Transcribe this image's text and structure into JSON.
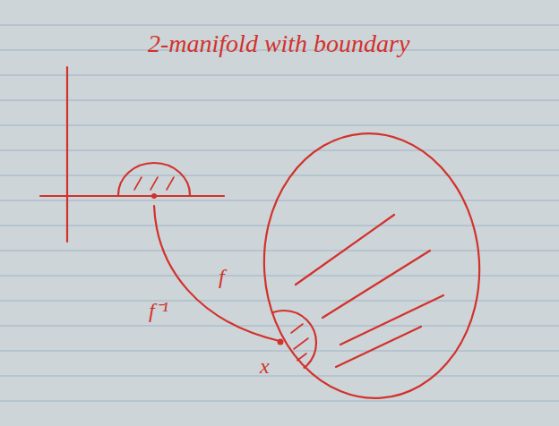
{
  "diagram": {
    "title": "2-manifold with boundary",
    "labels": [
      "f",
      "f⁻¹",
      "x"
    ]
  }
}
